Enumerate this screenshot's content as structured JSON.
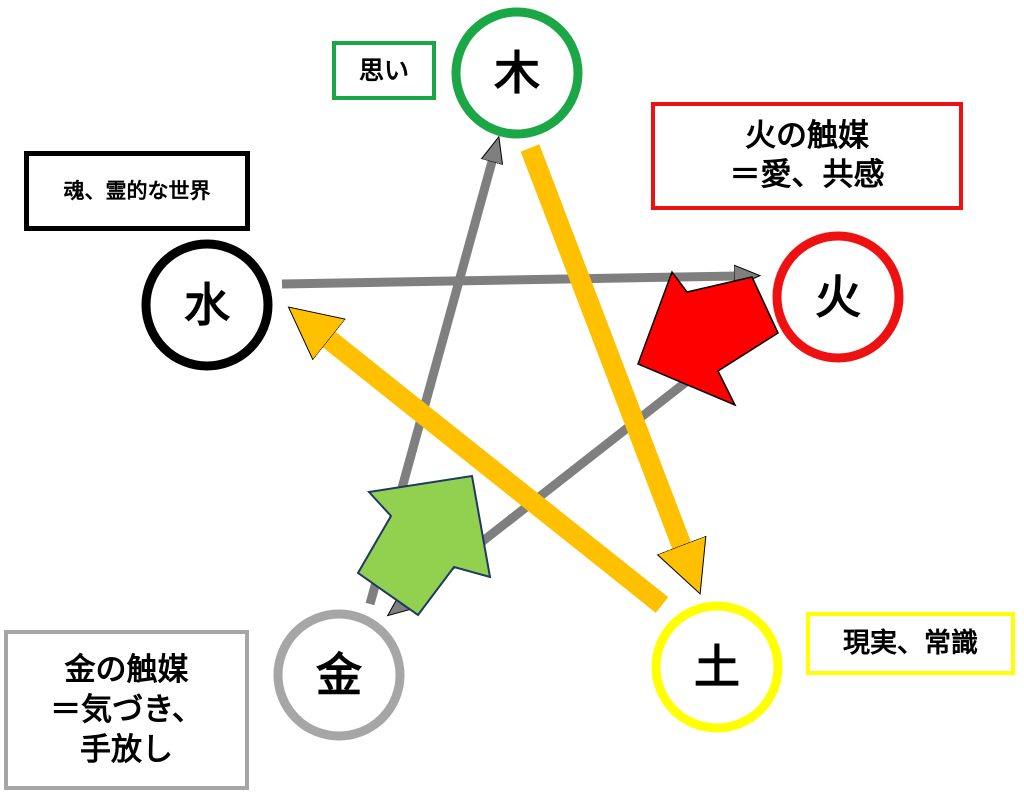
{
  "nodes": {
    "wood": {
      "label": "木",
      "color": "#1BA746"
    },
    "fire": {
      "label": "火",
      "color": "#EE1111"
    },
    "earth": {
      "label": "土",
      "color": "#FFFF00"
    },
    "metal": {
      "label": "金",
      "color": "#A6A6A6"
    },
    "water": {
      "label": "水",
      "color": "#000000"
    }
  },
  "labels": {
    "wood": {
      "lines": [
        "思い"
      ],
      "border": "#1BA746"
    },
    "water": {
      "lines": [
        "魂、霊的な世界"
      ],
      "border": "#000000"
    },
    "fire_catalyst": {
      "lines": [
        "火の触媒",
        "＝愛、共感"
      ],
      "border": "#EE1111"
    },
    "earth": {
      "lines": [
        "現実、常識"
      ],
      "border": "#FFFF00"
    },
    "metal_catalyst": {
      "lines": [
        "金の触媒",
        "＝気づき、",
        "手放し"
      ],
      "border": "#A6A6A6"
    }
  },
  "colors": {
    "gray_arrow": "#7F7F7F",
    "yellow_arrow": "#FFC000",
    "red_block_arrow": "#FF0000",
    "green_block_arrow": "#92D050",
    "green_block_outline": "#1F3864"
  }
}
